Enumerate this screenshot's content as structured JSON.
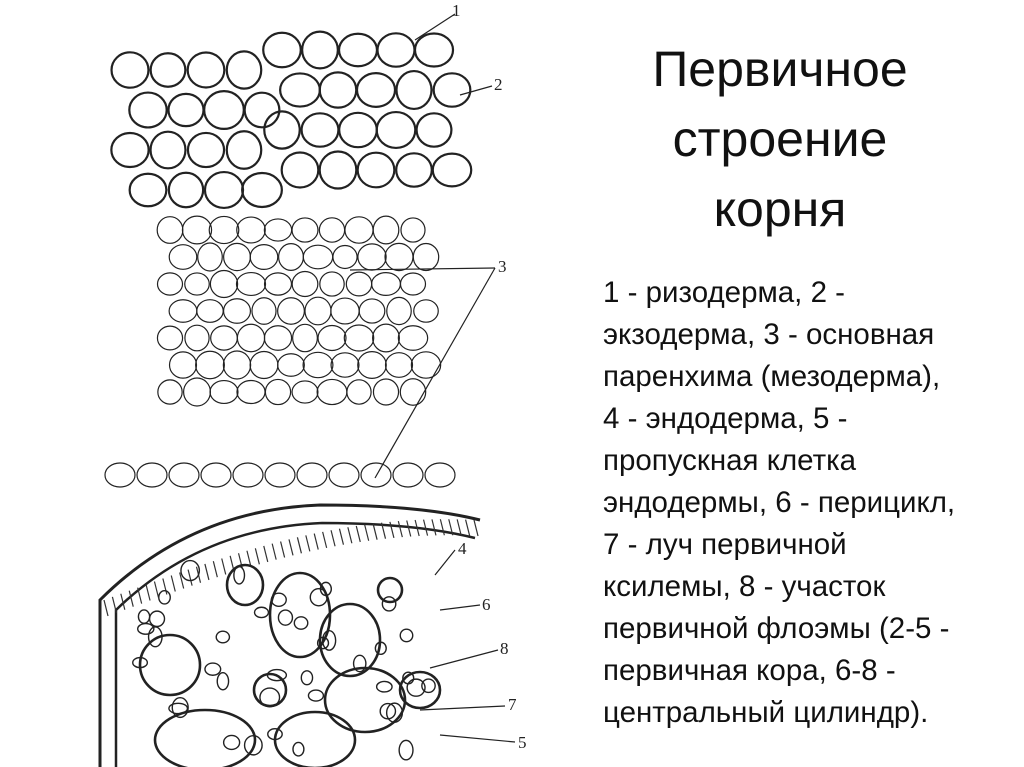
{
  "title": {
    "lines": [
      "Первичное",
      "строение",
      "корня"
    ]
  },
  "legend": {
    "lines": [
      "1 - ризодерма, 2 -",
      "экзодерма, 3 - основная",
      "паренхима (мезодерма),",
      "4 - эндодерма, 5 -",
      "пропускная клетка",
      "эндодермы, 6 - перицикл,",
      "7 - луч первичной",
      "ксилемы, 8 - участок",
      "первичной флоэмы (2-5 -",
      "первичная кора, 6-8 -",
      "центральный цилиндр)."
    ]
  },
  "diagram": {
    "labels": [
      "1",
      "2",
      "3",
      "4",
      "6",
      "8",
      "7",
      "5"
    ]
  }
}
